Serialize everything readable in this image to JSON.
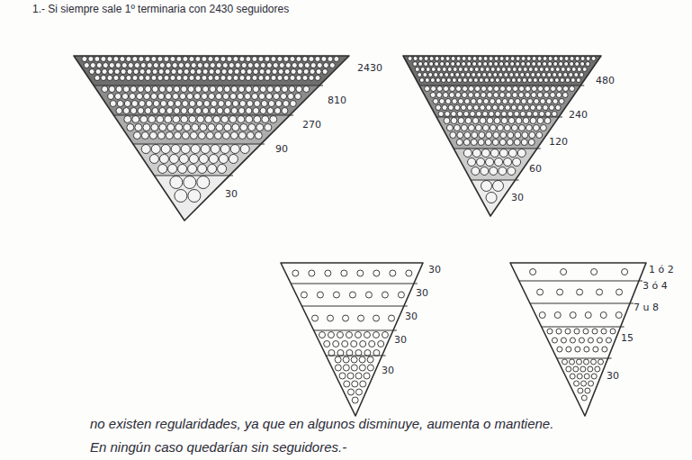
{
  "diagram": {
    "title": "1.- Si siempre sale 1º terminaria con 2430 seguidores",
    "labels": [
      "2430",
      "810",
      "270",
      "90",
      "30",
      "480",
      "240",
      "120",
      "60",
      "30",
      "30",
      "30",
      "30",
      "30",
      "30",
      "1 ó 2",
      "3 ó 4",
      "7 u 8",
      "15",
      "30",
      "no existen regularidades, ya que en algunos disminuye, aumenta o mantiene.",
      "En ningún caso quedarían sin seguidores.-"
    ]
  }
}
